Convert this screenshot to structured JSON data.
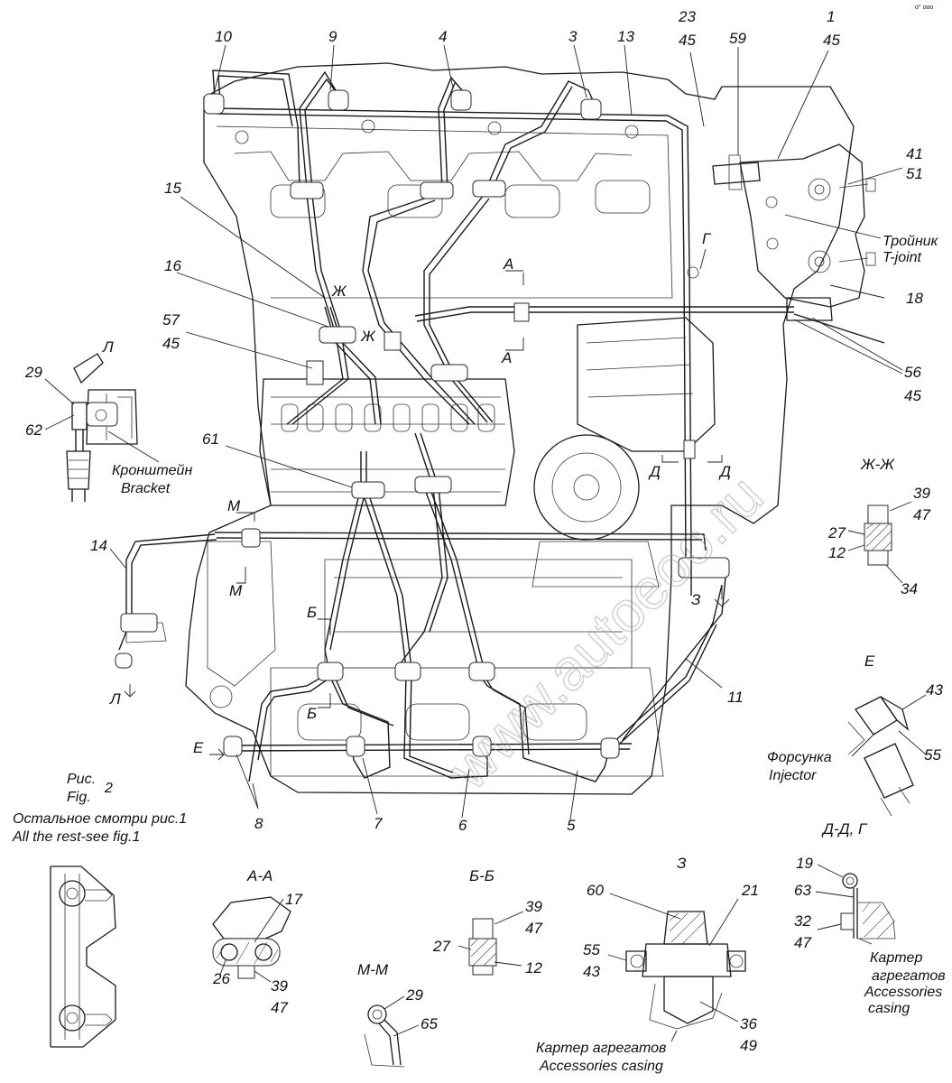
{
  "corner_mark": "o° ooo",
  "watermark": "www.autoeoo.ru",
  "callouts": {
    "c10": "10",
    "c9": "9",
    "c4": "4",
    "c3": "3",
    "c13": "13",
    "c23": "23",
    "c45a": "45",
    "c59": "59",
    "c1": "1",
    "c45b": "45",
    "c41": "41",
    "c51": "51",
    "c15": "15",
    "c16": "16",
    "c57": "57",
    "c45c": "45",
    "c18": "18",
    "c56": "56",
    "c45d": "45",
    "c61": "61",
    "c14": "14",
    "c29": "29",
    "c62": "62",
    "c11": "11",
    "c8": "8",
    "c7": "7",
    "c6": "6",
    "c5": "5",
    "c43": "43",
    "c55": "55",
    "c39a": "39",
    "c47a": "47",
    "c27a": "27",
    "c12a": "12",
    "c34": "34"
  },
  "labels": {
    "tee_ru": "Тройник",
    "tee_en": "T-joint",
    "bracket_ru": "Кронштейн",
    "bracket_en": "Bracket",
    "injector_ru": "Форсунка",
    "injector_en": "Injector",
    "fig_ru": "Рис.",
    "fig_en": "Fig.",
    "fig_num": "2",
    "rest_ru": "Остальное смотри рис.1",
    "rest_en": "All the rest-see fig.1"
  },
  "section_marks": {
    "A": "А",
    "B": "Б",
    "G": "Г",
    "D": "Д",
    "Zh": "Ж",
    "Z": "З",
    "M": "М",
    "L": "Л",
    "E": "Е"
  },
  "views": {
    "L": {
      "title": "Л"
    },
    "ZhZh": {
      "title": "Ж-Ж"
    },
    "E": {
      "title": "Е"
    },
    "AA": {
      "title": "А-А",
      "c17": "17",
      "c26": "26",
      "c39": "39",
      "c47": "47"
    },
    "BB": {
      "title": "Б-Б",
      "c39": "39",
      "c47": "47",
      "c27": "27",
      "c12": "12"
    },
    "MM": {
      "title": "М-М",
      "c29": "29",
      "c65": "65"
    },
    "Z": {
      "title": "З",
      "c60": "60",
      "c21": "21",
      "c55": "55",
      "c43": "43",
      "c36": "36",
      "c49": "49",
      "casing_ru": "Картер агрегатов",
      "casing_en": "Accessories casing"
    },
    "DDG": {
      "title": "Д-Д, Г",
      "c19": "19",
      "c63": "63",
      "c32": "32",
      "c47": "47",
      "casing_ru1": "Картер",
      "casing_ru2": "агрегатов",
      "casing_en1": "Accessories",
      "casing_en2": "casing"
    }
  }
}
